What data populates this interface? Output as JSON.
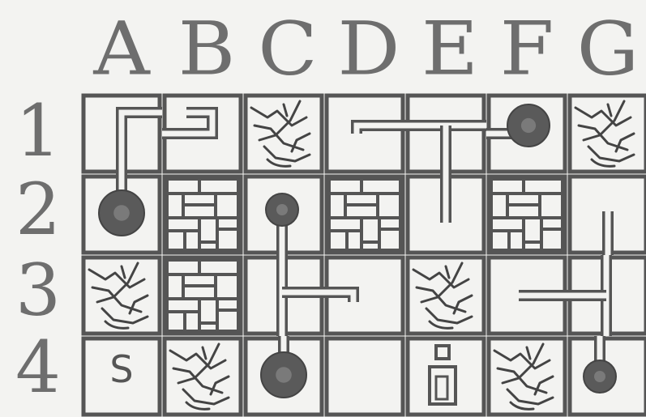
{
  "board": {
    "columns": [
      "A",
      "B",
      "C",
      "D",
      "E",
      "F",
      "G"
    ],
    "rows": [
      "1",
      "2",
      "3",
      "4"
    ],
    "cells": [
      [
        {
          "tile": "pipe-corner-down"
        },
        {
          "tile": "pipe-tee-stub"
        },
        {
          "tile": "rubble"
        },
        {
          "tile": "pipe-end-left"
        },
        {
          "tile": "pipe-tee-down"
        },
        {
          "tile": "ball-on-pipe"
        },
        {
          "tile": "rubble"
        }
      ],
      [
        {
          "tile": "ball-on-pipe-up"
        },
        {
          "tile": "brick-wall"
        },
        {
          "tile": "small-ball-on-pipe-down"
        },
        {
          "tile": "brick-wall"
        },
        {
          "tile": "pipe-end-up"
        },
        {
          "tile": "brick-wall"
        },
        {
          "tile": "pipe-end-down"
        }
      ],
      [
        {
          "tile": "rubble"
        },
        {
          "tile": "brick-wall"
        },
        {
          "tile": "pipe-tee-right"
        },
        {
          "tile": "pipe-end-left-short"
        },
        {
          "tile": "rubble"
        },
        {
          "tile": "pipe-end-right"
        },
        {
          "tile": "pipe-tee-left"
        }
      ],
      [
        {
          "tile": "letter",
          "text": "S"
        },
        {
          "tile": "rubble"
        },
        {
          "tile": "ball-on-pipe-up"
        },
        {
          "tile": "empty"
        },
        {
          "tile": "info-glyph"
        },
        {
          "tile": "rubble"
        },
        {
          "tile": "small-ball-on-pipe-up"
        }
      ]
    ]
  },
  "colors": {
    "ink": "#555555",
    "ball": "#5a5a5a",
    "paper": "#f3f3f1"
  }
}
